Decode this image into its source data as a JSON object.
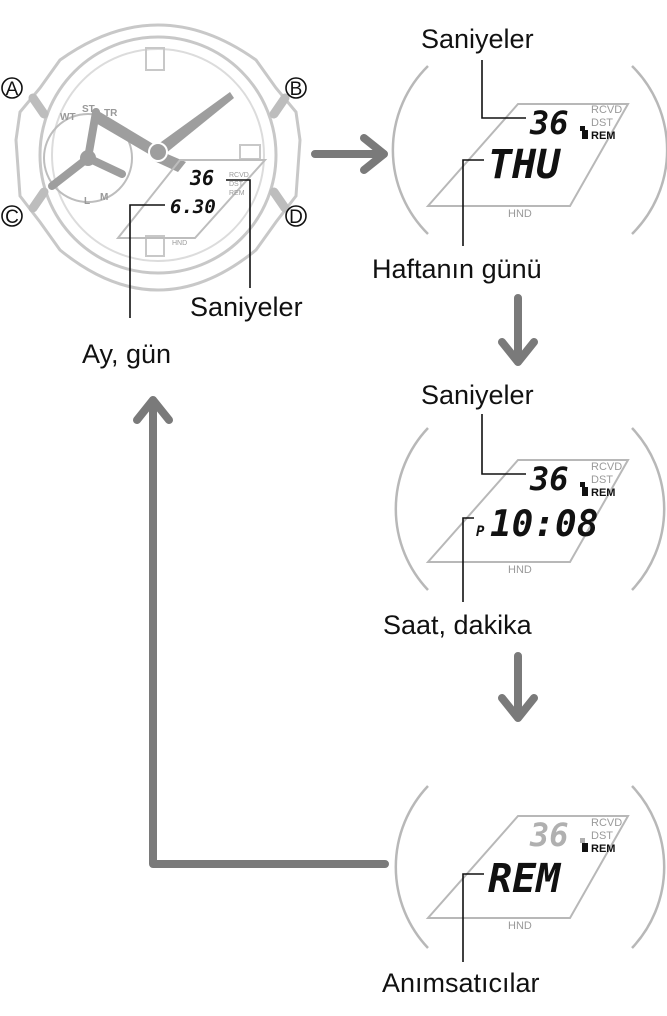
{
  "watch": {
    "buttons": [
      "A",
      "B",
      "C",
      "D"
    ],
    "dial_marks": [
      "WT",
      "ST",
      "TR",
      "L",
      "M"
    ],
    "display": {
      "seconds": "36",
      "date": "6.30"
    },
    "indicators": [
      "RCVD",
      "DST",
      "REM"
    ],
    "bottom_label": "HND"
  },
  "labels": {
    "month_day": "Ay, gün",
    "seconds": "Saniyeler",
    "weekday": "Haftanın günü",
    "hour_minute": "Saat, dakika",
    "reminders": "Anımsatıcılar"
  },
  "screens": [
    {
      "seconds": "36",
      "main": "THU",
      "prefix": "",
      "seconds_dim": false
    },
    {
      "seconds": "36",
      "main": "10:08",
      "prefix": "P",
      "seconds_dim": false
    },
    {
      "seconds": "36",
      "main": "REM",
      "prefix": "",
      "seconds_dim": true
    }
  ]
}
